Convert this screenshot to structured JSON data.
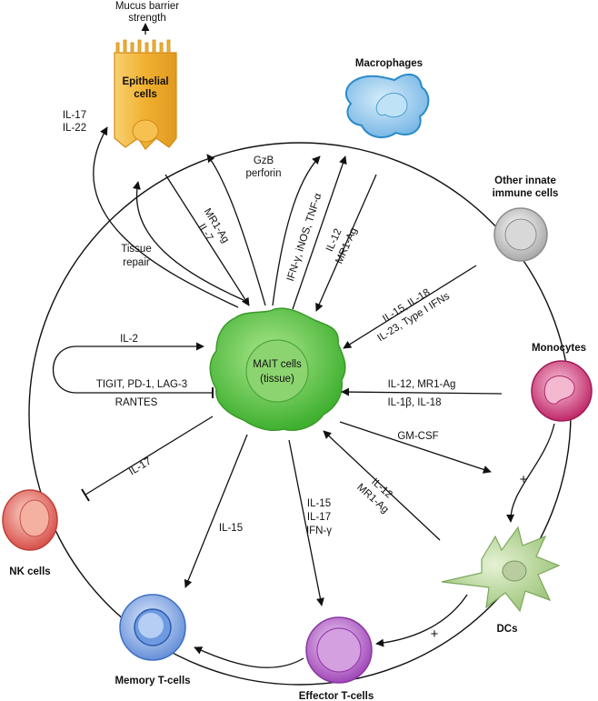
{
  "cells": {
    "mait": {
      "line1": "MAIT cells",
      "line2": "(tissue)"
    },
    "epithelial": {
      "line1": "Epithelial",
      "line2": "cells"
    },
    "macrophages": "Macrophages",
    "other_innate": {
      "line1": "Other innate",
      "line2": "immune cells"
    },
    "monocytes": "Monocytes",
    "dcs": "DCs",
    "effector_t": "Effector T-cells",
    "memory_t": "Memory T-cells",
    "nk": "NK cells"
  },
  "labels": {
    "mucus_line1": "Mucus barrier",
    "mucus_line2": "strength",
    "il17_il22_line1": "IL-17",
    "il17_il22_line2": "IL-22",
    "tissue_repair_line1": "Tissue",
    "tissue_repair_line2": "repair",
    "mr1ag_il7_line1": "MR1-Ag",
    "mr1ag_il7_line2": "IL-7",
    "gzb_line1": "GzB",
    "gzb_line2": "perforin",
    "ifn_inos_tnf": "IFN-γ, iNOS, TNF-α",
    "il12_mr1ag_mac_line1": "IL-12",
    "il12_mr1ag_mac_line2": "MR1-Ag",
    "il15_il18_line1": "IL-15, IL-18",
    "il15_il18_line2": "IL-23, Type I IFNs",
    "il2": "IL-2",
    "tigit_line1": "TIGIT, PD-1, LAG-3",
    "tigit_line2": "RANTES",
    "il12_mr1ag_mono": "IL-12, MR1-Ag",
    "il1b_il18": "IL-1β, IL-18",
    "gmcsf": "GM-CSF",
    "il12_mr1ag_dc_line1": "IL-12",
    "il12_mr1ag_dc_line2": "MR1-Ag",
    "il17_nk": "IL-17",
    "il15_memory": "IL-15",
    "effector_line1": "IL-15",
    "effector_line2": "IL-17",
    "effector_line3": "IFN-γ",
    "plus_mono_dc": "+",
    "plus_dc_eff": "+"
  },
  "colors": {
    "mait_fill": "#5dc84a",
    "epithelial_fill": "#f0b030",
    "macrophage_fill": "#8cc8ec",
    "other_innate_fill": "#c0c0c0",
    "monocyte_fill": "#d84080",
    "dc_fill": "#bcd89a",
    "effector_fill": "#b864cc",
    "memory_fill": "#7aa8e4",
    "nk_fill": "#e87068"
  }
}
